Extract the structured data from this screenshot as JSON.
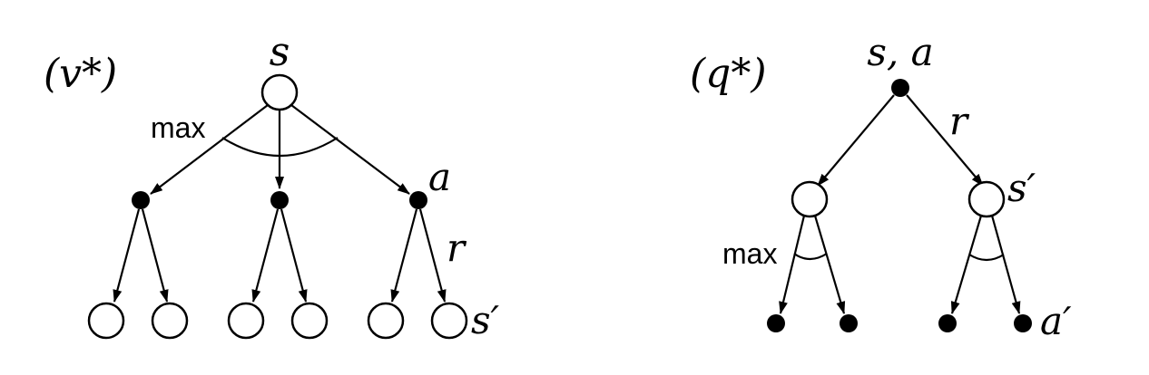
{
  "colors": {
    "ink": "#000000",
    "background": "#ffffff"
  },
  "v_diagram": {
    "label": "(v*)",
    "root_label": "s",
    "max_label": "max",
    "action_label": "a",
    "reward_label": "r",
    "next_state_label": "s′"
  },
  "q_diagram": {
    "label": "(q*)",
    "root_label": "s, a",
    "reward_label": "r",
    "next_state_label": "s′",
    "max_label": "max",
    "next_action_label": "a′"
  }
}
